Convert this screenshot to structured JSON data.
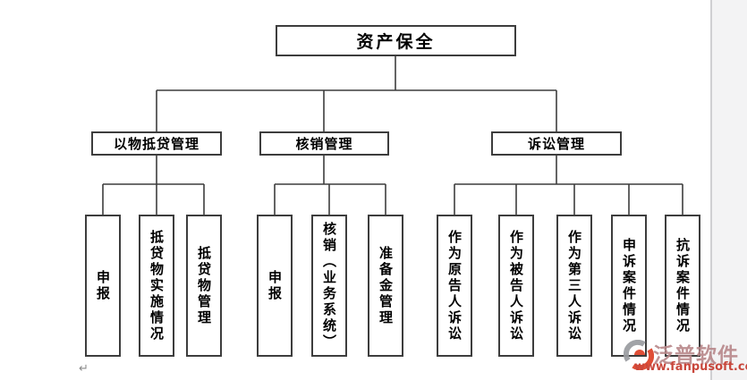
{
  "diagram": {
    "root": {
      "label": "资产保全"
    },
    "branches": [
      {
        "label": "以物抵贷管理",
        "children": [
          {
            "label": "申报"
          },
          {
            "label": "抵贷物实施情况"
          },
          {
            "label": "抵贷物管理"
          }
        ]
      },
      {
        "label": "核销管理",
        "children": [
          {
            "label": "申报"
          },
          {
            "label": "核销（业务系统）"
          },
          {
            "label": "准备金管理"
          }
        ]
      },
      {
        "label": "诉讼管理",
        "children": [
          {
            "label": "作为原告人诉讼"
          },
          {
            "label": "作为被告人诉讼"
          },
          {
            "label": "作为第三人诉讼"
          },
          {
            "label": "申诉案件情况"
          },
          {
            "label": "抗诉案件情况"
          }
        ]
      }
    ]
  },
  "page": {
    "paragraph_mark": "↵"
  },
  "watermark": {
    "brand": "泛普软件",
    "url": "www.fanpusoft.com",
    "brand_color": "#b9898c",
    "url_color": "#c5382c",
    "logo_gray": "#9a9ca0",
    "logo_red": "#dd4026"
  },
  "colors": {
    "line": "#3d3d3d",
    "page_gutter": "#f3f3f4"
  }
}
